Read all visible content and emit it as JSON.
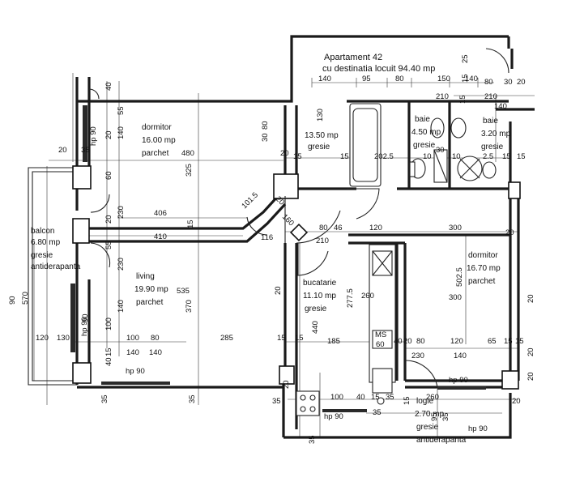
{
  "apartment": {
    "title": "Apartament 42",
    "subtitle": "cu destinatia locuit 94.40 mp"
  },
  "rooms": {
    "dormitor1": {
      "name": "dormitor",
      "area": "16.00 mp",
      "finish": "parchet"
    },
    "hol": {
      "area": "13.50 mp",
      "finish": "gresie"
    },
    "baie1": {
      "name": "baie",
      "area": "4.50 mp",
      "finish": "gresie"
    },
    "baie2": {
      "name": "baie",
      "area": "3.20 mp",
      "finish": "gresie"
    },
    "balcon": {
      "name": "balcon",
      "area": "6.80 mp",
      "finish1": "gresie",
      "finish2": "antiderapanta"
    },
    "living": {
      "name": "living",
      "area": "19.90 mp",
      "finish": "parchet"
    },
    "bucatarie": {
      "name": "bucatarie",
      "area": "11.10 mp",
      "finish": "gresie"
    },
    "dormitor2": {
      "name": "dormitor",
      "area": "16.70 mp",
      "finish": "parchet"
    },
    "logie": {
      "name": "logie",
      "area": "2.70 mp",
      "finish1": "gresie",
      "finish2": "antiderapanta"
    }
  },
  "labels": {
    "hp90": "hp 90",
    "ms": "MS",
    "ms_size": "60"
  },
  "dims": {
    "d140a": "140",
    "d95": "95",
    "d80a": "80",
    "d150": "150",
    "d140b": "140",
    "d80b": "80",
    "d30a": "30",
    "d20a": "20",
    "d25a": "25",
    "d15a": "15",
    "d210a": "210",
    "d15b": "15",
    "d210b": "210",
    "d140c": "140",
    "d40a": "40",
    "d55a": "55",
    "d140d": "140",
    "d20b": "20",
    "d20c": "20",
    "d35a": "35",
    "d480": "480",
    "d325": "325",
    "d230a": "230",
    "d60a": "60",
    "d406": "406",
    "d410": "410",
    "d15c": "15",
    "d101": "101.5",
    "d116": "116",
    "d20d": "20",
    "d160": "160",
    "d130": "130",
    "d80c": "80",
    "d30b": "30",
    "d20e": "20",
    "d2025": "202.5",
    "d15d": "15",
    "d15e": "15",
    "d10a": "10",
    "d10b": "10",
    "d30c": "30",
    "d2s5": "2.5",
    "d15f": "15",
    "d15g": "15",
    "d80d": "80",
    "d46": "46",
    "d120a": "120",
    "d300a": "300",
    "d20f": "20",
    "d210c": "210",
    "d5025": "502.5",
    "d300b": "300",
    "d20g": "20",
    "d570": "570",
    "d90a": "90",
    "d20h": "20",
    "d230b": "230",
    "d55b": "55",
    "d535": "535",
    "d370": "370",
    "d20i": "20",
    "d440": "440",
    "d2775": "277.5",
    "d260": "260",
    "d120b": "120",
    "d130b": "130",
    "d100a": "100",
    "d140e": "140",
    "d40b": "40",
    "d15h": "15",
    "d100b": "100",
    "d80e": "80",
    "d140f": "140",
    "d140g": "140",
    "d285": "285",
    "d15i": "15",
    "d185": "185",
    "d15j": "15",
    "d40c": "40",
    "d20j": "20",
    "d80f": "80",
    "d120c": "120",
    "d65": "65",
    "d15k": "15",
    "d15l": "15",
    "d230c": "230",
    "d140h": "140",
    "d20k": "20",
    "d20l": "20",
    "d35b": "35",
    "d35c": "35",
    "d35d": "35",
    "d100c": "100",
    "d40d": "40",
    "d15m": "15",
    "d35e": "35",
    "d260b": "260",
    "d20m": "20",
    "d95b": "95",
    "d35f": "35",
    "d35g": "35",
    "d35h": "35",
    "d15n": "15",
    "d90b": "90",
    "d20n": "20"
  }
}
